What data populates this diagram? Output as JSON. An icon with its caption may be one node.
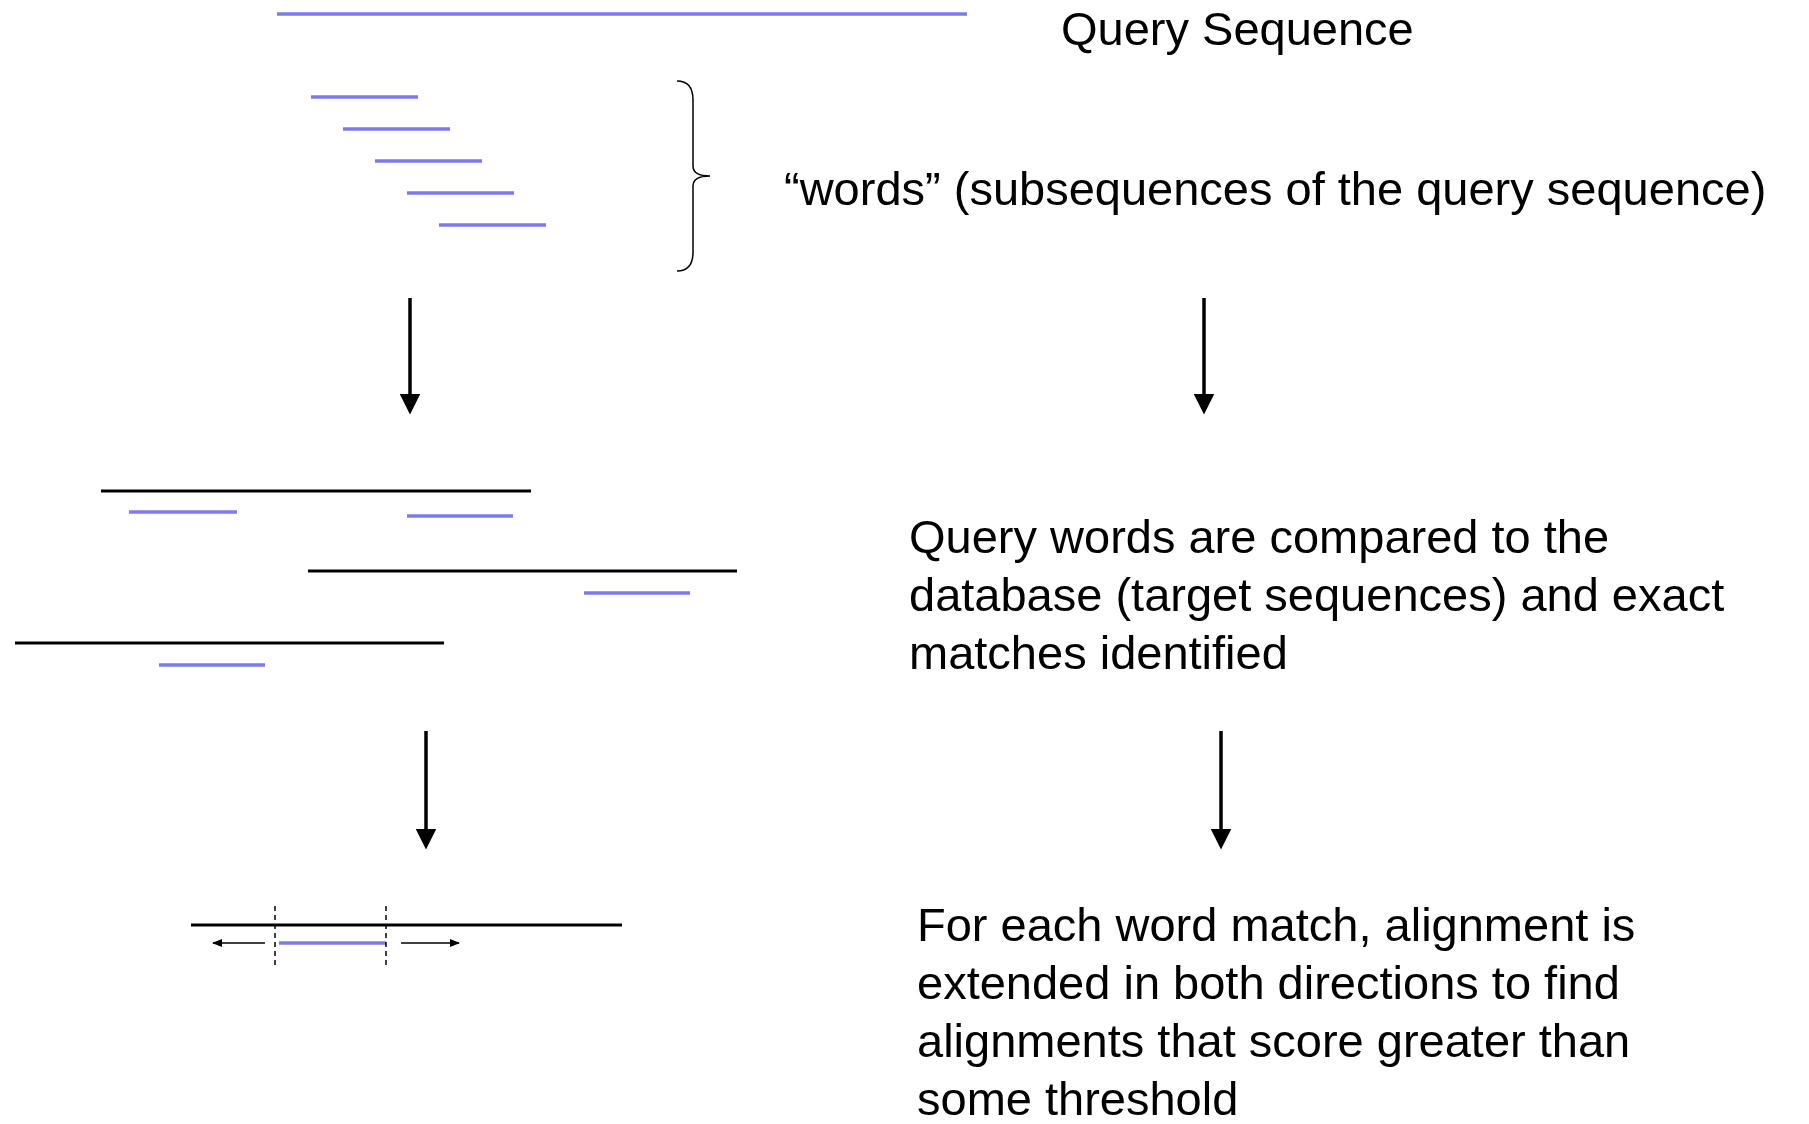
{
  "diagram": {
    "nodes": [
      {
        "text": [
          "“words” (subsequences of the query sequence)"
        ]
      },
      {
        "text": [
          "Query words are compared to the database (target sequences) and exact matches identified"
        ]
      },
      {
        "text": [
          "For each word match, alignment is extended in both directions to find alignments that score greater than some threshold"
        ]
      },
      {
        "text": [],
        "shape": "picture"
      },
      {
        "text": [],
        "shape": "picture"
      },
      {
        "text": [],
        "shape": "picture"
      }
    ],
    "edges": [
      {
        "from": 0,
        "to": 1,
        "arrow": "to"
      },
      {
        "from": 1,
        "to": 2,
        "arrow": "to"
      },
      {
        "from": 3,
        "to": 4,
        "arrow": "to"
      },
      {
        "from": 4,
        "to": 5,
        "arrow": "to"
      }
    ],
    "labels": [
      "Query Sequence"
    ]
  }
}
